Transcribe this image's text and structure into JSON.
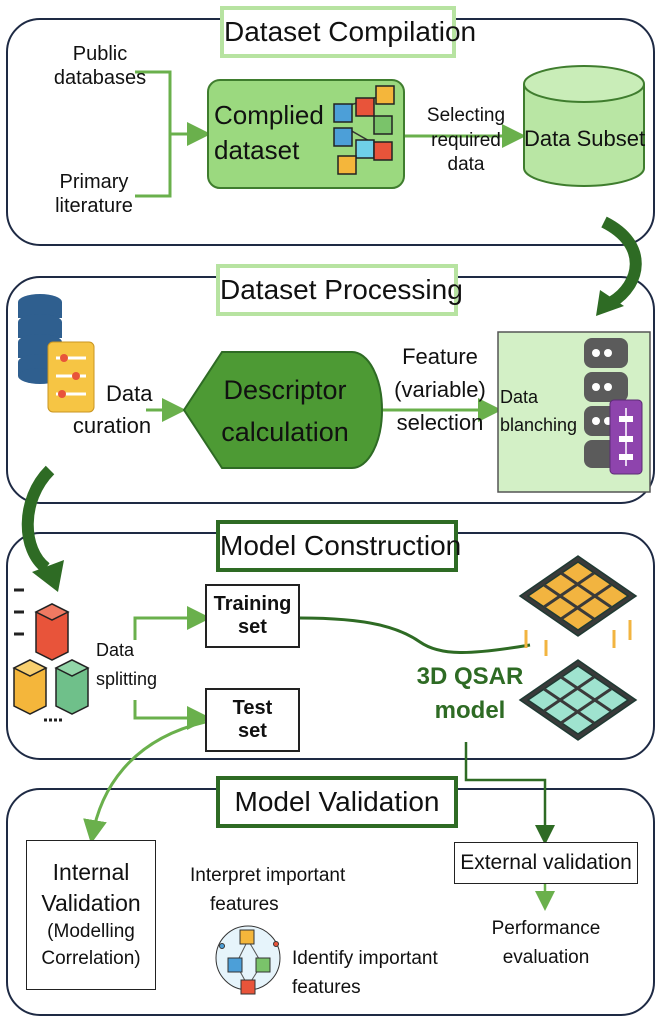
{
  "compilation": {
    "title": "Dataset Compilation",
    "public": [
      "Public",
      "databases"
    ],
    "primary": [
      "Primary",
      "literature"
    ],
    "compiled": [
      "Complied",
      "dataset"
    ],
    "selecting": [
      "Selecting",
      "required",
      "data"
    ],
    "subset": "Data Subset"
  },
  "processing": {
    "title": "Dataset Processing",
    "curation": [
      "Data",
      "curation"
    ],
    "descriptor": [
      "Descriptor",
      "calculation"
    ],
    "feature": [
      "Feature",
      "(variable)",
      "selection"
    ],
    "blanching": [
      "Data",
      "blanching"
    ]
  },
  "construction": {
    "title": "Model Construction",
    "splitting": [
      "Data",
      "splitting"
    ],
    "training": [
      "Training",
      "set"
    ],
    "test": [
      "Test",
      "set"
    ],
    "model": [
      "3D QSAR",
      "model"
    ]
  },
  "validation": {
    "title": "Model Validation",
    "internal": [
      "Internal",
      "Validation",
      "(Modelling",
      "Correlation)"
    ],
    "interpret": [
      "Interpret important",
      "features"
    ],
    "identify": [
      "Identify important",
      "features"
    ],
    "external": "External validation",
    "performance": [
      "Performance",
      "evaluation"
    ]
  },
  "colors": {
    "green_arrow": "#2e6b24",
    "light_green": "#7ccb5e",
    "fill_green": "#b9e6a4",
    "panel_border": "#1e2a44"
  }
}
